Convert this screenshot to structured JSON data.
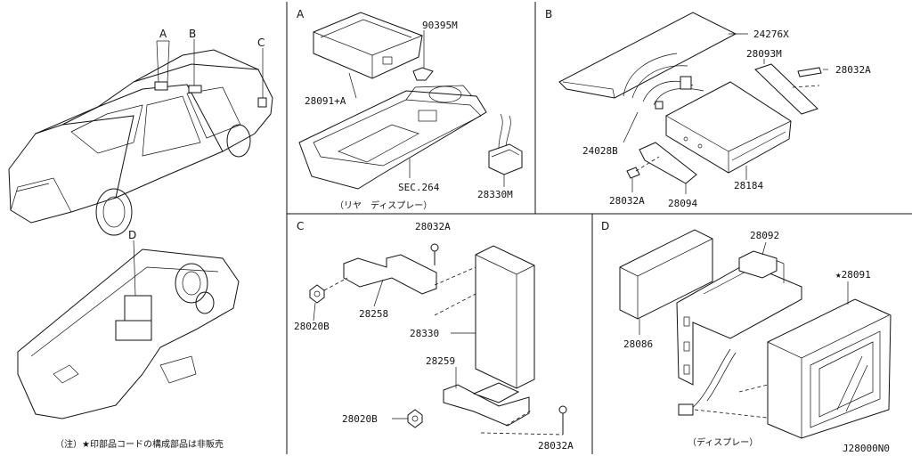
{
  "sections": {
    "a": {
      "letter": "A",
      "caption": "（リヤ　ディスプレー）"
    },
    "b": {
      "letter": "B"
    },
    "c": {
      "letter": "C"
    },
    "d": {
      "letter": "D",
      "caption": "（ディスプレー）"
    }
  },
  "car_callouts": {
    "a": "A",
    "b": "B",
    "c": "C",
    "d": "D"
  },
  "parts": {
    "p90395m": "90395M",
    "p28091a": "28091+A",
    "sec264": "SEC.264",
    "p28330m": "28330M",
    "p24276x": "24276X",
    "p28093m": "28093M",
    "p28032a_b1": "28032A",
    "p24028b": "24028B",
    "p28032a_b2": "28032A",
    "p28094": "28094",
    "p28184": "28184",
    "p28032a_c1": "28032A",
    "p28020b_c1": "28020B",
    "p28258": "28258",
    "p28330": "28330",
    "p28259": "28259",
    "p28020b_c2": "28020B",
    "p28032a_c2": "28032A",
    "p28092": "28092",
    "p28091": "★28091",
    "p28086": "28086"
  },
  "footnote": "（注）★印部品コードの構成部品は非販売",
  "diagram_code": "J28000N0"
}
